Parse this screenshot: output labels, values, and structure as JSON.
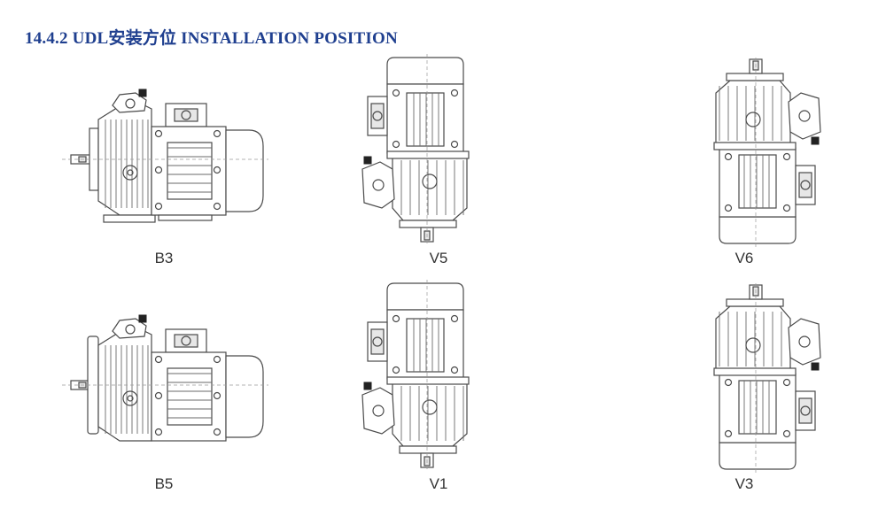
{
  "header": {
    "title": "14.4.2 UDL安装方位 INSTALLATION POSITION"
  },
  "positions": [
    {
      "label": "B3",
      "orientation": "horizontal",
      "mount": "foot"
    },
    {
      "label": "V5",
      "orientation": "vertical-down",
      "mount": "flange"
    },
    {
      "label": "V6",
      "orientation": "vertical-up",
      "mount": "flange"
    },
    {
      "label": "B5",
      "orientation": "horizontal",
      "mount": "flange"
    },
    {
      "label": "V1",
      "orientation": "vertical-down",
      "mount": "flange"
    },
    {
      "label": "V3",
      "orientation": "vertical-up",
      "mount": "flange"
    }
  ],
  "colors": {
    "title": "#1f3f8f",
    "line": "#4a4a4a",
    "label": "#333333"
  }
}
